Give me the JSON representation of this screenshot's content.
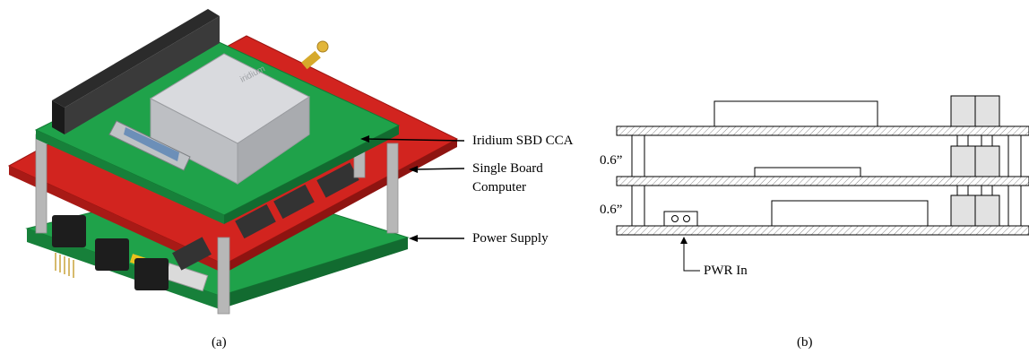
{
  "figure_a": {
    "caption": "(a)",
    "board_logo_text": "iridium",
    "callouts": {
      "iridium": "Iridium SBD CCA",
      "sbc_line1": "Single Board",
      "sbc_line2": "Computer",
      "power": "Power Supply"
    }
  },
  "figure_b": {
    "caption": "(b)",
    "spacing_upper": "0.6”",
    "spacing_lower": "0.6”",
    "pwr_label": "PWR In"
  },
  "colors": {
    "pcb_green": "#1fa24a",
    "pcb_red": "#d2241f",
    "module_silver": "#c9cbcf",
    "connector_dark": "#2b2b2b",
    "standoff_gray": "#b7b7b7",
    "hatch": "#8c8c8c",
    "schematic_fill": "#e2e2e2"
  }
}
